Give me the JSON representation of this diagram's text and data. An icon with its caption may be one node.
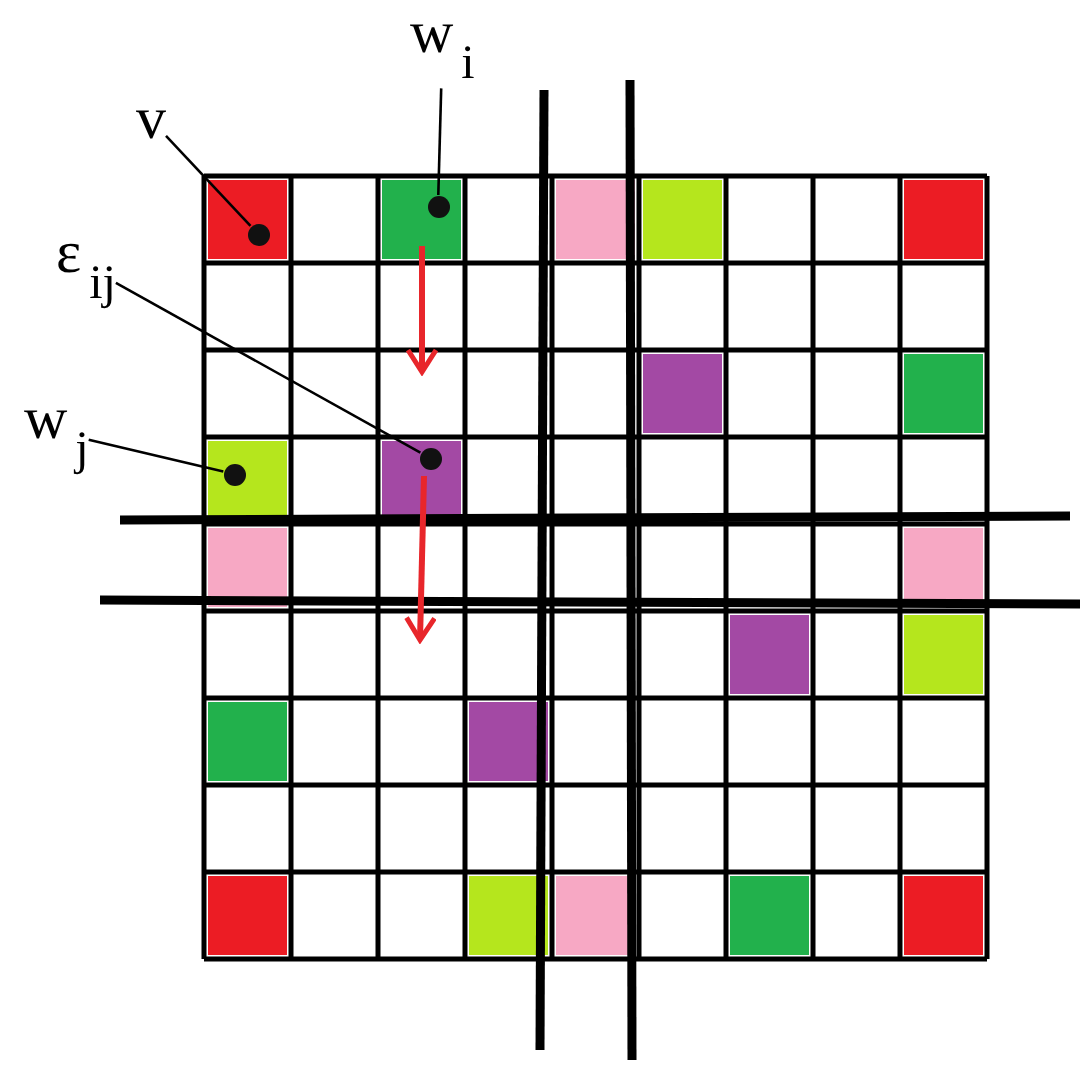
{
  "diagram": {
    "nodes": [
      {
        "text": [
          "v"
        ]
      },
      {
        "text": [
          "w$_{i}$"
        ]
      },
      {
        "text": [
          "ε$_{ij}$"
        ]
      },
      {
        "text": [
          "w$_{j}$"
        ]
      },
      {
        "text": [],
        "shape": "circle"
      },
      {
        "text": [],
        "shape": "circle"
      },
      {
        "text": [],
        "shape": "circle"
      },
      {
        "text": [],
        "shape": "circle"
      }
    ],
    "edges": [
      {
        "from": 0,
        "to": 4,
        "arrow": "none"
      },
      {
        "from": 1,
        "to": 5,
        "arrow": "none"
      },
      {
        "from": 2,
        "to": 7,
        "arrow": "none"
      },
      {
        "from": 3,
        "to": 6,
        "arrow": "none"
      },
      {
        "from": 5,
        "to": null,
        "arrow": "to",
        "style": "thick",
        "color": "#e8262b"
      },
      {
        "from": 7,
        "to": null,
        "arrow": "to",
        "style": "thick",
        "color": "#e8262b"
      }
    ]
  }
}
